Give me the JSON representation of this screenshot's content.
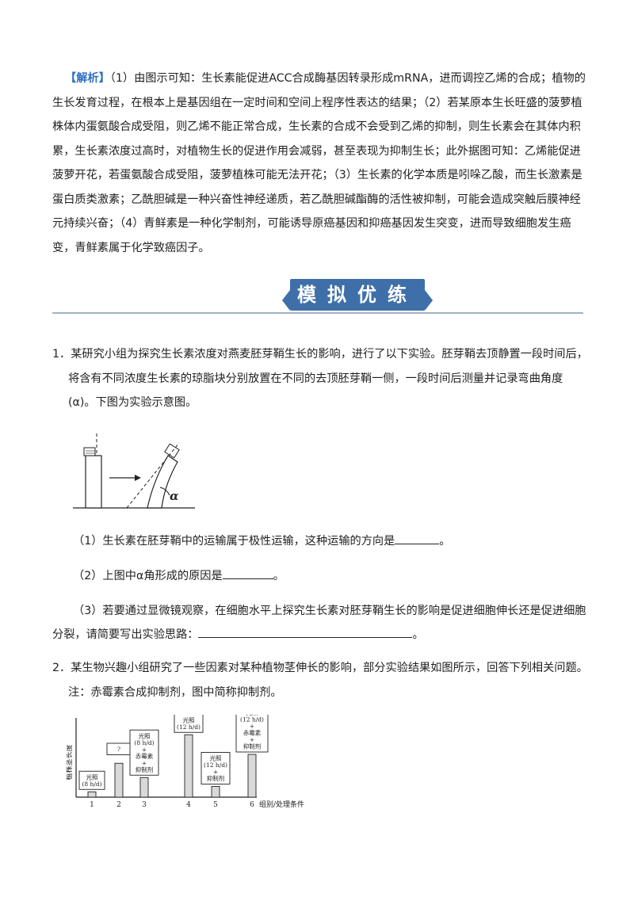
{
  "analysis": {
    "tag": "【解析】",
    "text": "（1）由图示可知：生长素能促进ACC合成酶基因转录形成mRNA，进而调控乙烯的合成；植物的生长发育过程，在根本上是基因组在一定时间和空间上程序性表达的结果；（2）若某原本生长旺盛的菠萝植株体内蛋氨酸合成受阻，则乙烯不能正常合成，生长素的合成不会受到乙烯的抑制，则生长素会在其体内积累，生长素浓度过高时，对植物生长的促进作用会减弱，甚至表现为抑制生长；此外据图可知：乙烯能促进菠萝开花，若蛋氨酸合成受阻，菠萝植株可能无法开花；（3）生长素的化学本质是吲哚乙酸，而生长激素是蛋白质类激素；乙酰胆碱是一种兴奋性神经递质，若乙酰胆碱酯酶的活性被抑制，可能会造成突触后膜神经元持续兴奋；（4）青鲜素是一种化学制剂，可能诱导原癌基因和抑癌基因发生突变，进而导致细胞发生癌变，青鲜素属于化学致癌因子。"
  },
  "banner": {
    "title": "模拟优练"
  },
  "q1": {
    "line1": "1．某研究小组为探究生长素浓度对燕麦胚芽鞘生长的影响，进行了以下实验。胚芽鞘去顶静置一段时间后，",
    "line2": "将含有不同浓度生长素的琼脂块分别放置在不同的去顶胚芽鞘一侧，一段时间后测量并记录弯曲角度",
    "line3": "(α)。下图为实验示意图。",
    "figure_alpha": "α",
    "sub1": "（1）生长素在胚芽鞘中的运输属于极性运输，这种运输的方向是",
    "sub1_end": "。",
    "sub2": "（2）上图中α角形成的原因是",
    "sub2_end": "。",
    "sub3": "（3）若要通过显微镜观察，在细胞水平上探究生长素对胚芽鞘生长的影响是促进细胞伸长还是促进细胞分裂，请简要写出实验思路：",
    "sub3_end": "。"
  },
  "q2": {
    "line1": "2．某生物兴趣小组研究了一些因素对某种植物茎伸长的影响，部分实验结果如图所示，回答下列相关问题。",
    "line2": "注：赤霉素合成抑制剂，图中简称抑制剂。"
  },
  "chart_data": {
    "type": "bar",
    "ylabel": "植株茎长度",
    "xlabel": "组别/处理条件",
    "categories": [
      "1",
      "2",
      "3",
      "4",
      "5",
      "6"
    ],
    "values": [
      0.6,
      3.8,
      2.2,
      7.0,
      1.2,
      4.8
    ],
    "box_labels": [
      [
        "光照",
        "(8 h/d)"
      ],
      [
        "?"
      ],
      [
        "光照",
        "(8 h/d)",
        "+",
        "赤霉素",
        "+",
        "抑制剂"
      ],
      [
        "光照",
        "(12 h/d)"
      ],
      [
        "光照",
        "(12 h/d)",
        "+",
        "抑制剂"
      ],
      [
        "光照",
        "(12 h/d)",
        "+",
        "赤霉素",
        "+",
        "抑制剂"
      ]
    ]
  }
}
